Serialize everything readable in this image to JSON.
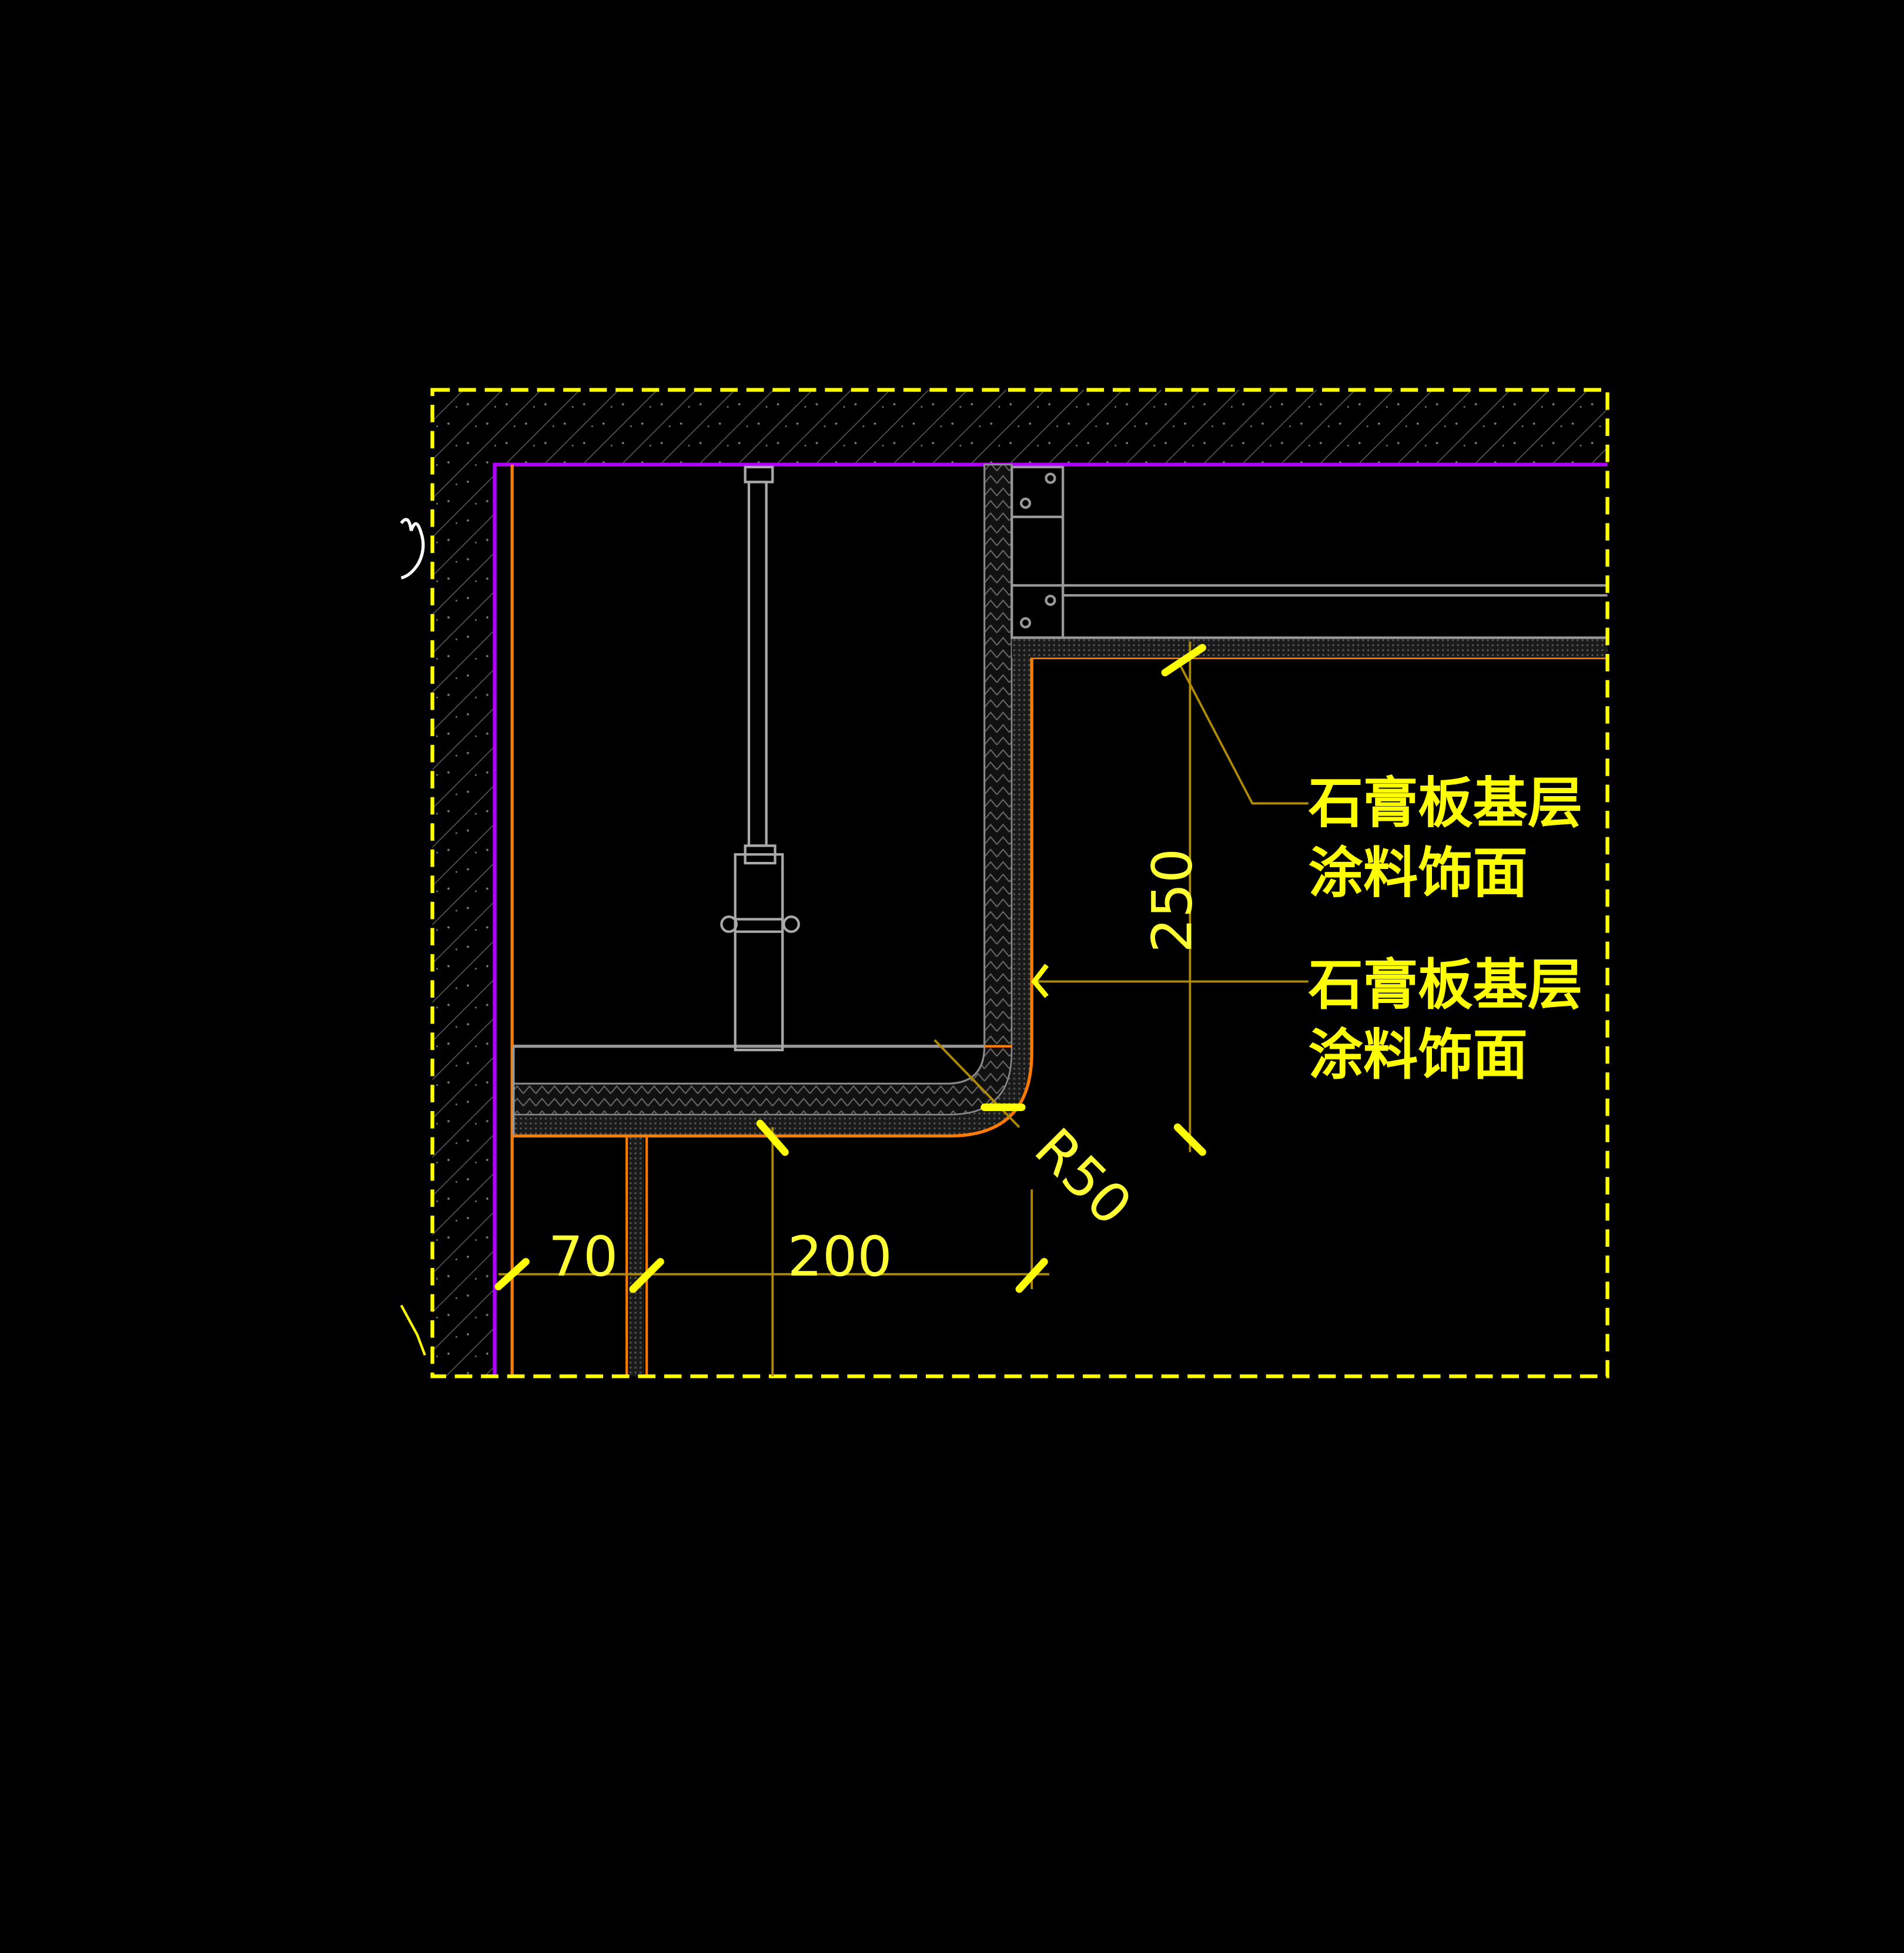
{
  "drawing": {
    "annotations": [
      {
        "line1": "石膏板基层",
        "line2": "涂料饰面"
      },
      {
        "line1": "石膏板基层",
        "line2": "涂料饰面"
      }
    ],
    "dimensions": {
      "left_offset": "70",
      "width": "200",
      "height": "250",
      "radius": "R50"
    },
    "colors": {
      "frame": "#ffff00",
      "wall_line": "#b000ff",
      "finish_line": "#ff7a00",
      "structure": "#9a9a9a",
      "dimension_line": "#b08a00"
    }
  }
}
